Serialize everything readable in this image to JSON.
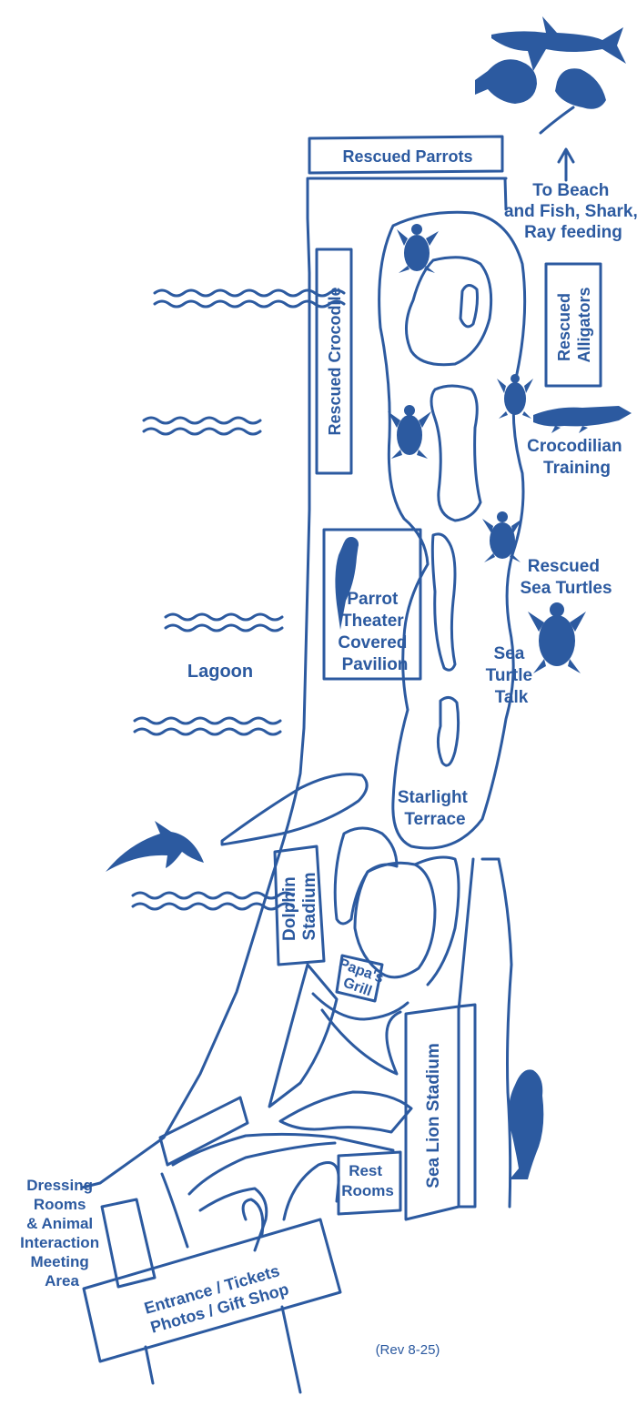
{
  "colors": {
    "ink": "#2c5aa0",
    "background": "#ffffff"
  },
  "labels": {
    "rescued_parrots": "Rescued Parrots",
    "beach": [
      "To Beach",
      "and Fish, Shark,",
      "Ray feeding"
    ],
    "rescued_crocodile": "Rescued Crocodile",
    "rescued_alligators": [
      "Rescued",
      "Alligators"
    ],
    "crocodilian_training": [
      "Crocodilian",
      "Training"
    ],
    "parrot_theater": [
      "Parrot",
      "Theater",
      "Covered",
      "Pavilion"
    ],
    "rescued_sea_turtles": [
      "Rescued",
      "Sea Turtles"
    ],
    "sea_turtle_talk": [
      "Sea",
      "Turtle",
      "Talk"
    ],
    "lagoon": "Lagoon",
    "starlight_terrace": [
      "Starlight",
      "Terrace"
    ],
    "dolphin_stadium": [
      "Dolphin",
      "Stadium"
    ],
    "papas_grill": [
      "Papa's",
      "Grill"
    ],
    "sea_lion_stadium": "Sea Lion Stadium",
    "rest_rooms": [
      "Rest",
      "Rooms"
    ],
    "dressing_rooms": [
      "Dressing",
      "Rooms",
      "& Animal",
      "Interaction",
      "Meeting",
      "Area"
    ],
    "entrance": [
      "Entrance / Tickets",
      "Photos / Gift Shop"
    ],
    "revision": "(Rev 8-25)"
  },
  "icons": [
    "shark-icon",
    "fish-icon",
    "stingray-icon",
    "sea-turtle-icon",
    "alligator-icon",
    "parrot-icon",
    "dolphin-icon",
    "sea-lion-icon",
    "arrow-up-icon",
    "water-wave-icon"
  ]
}
